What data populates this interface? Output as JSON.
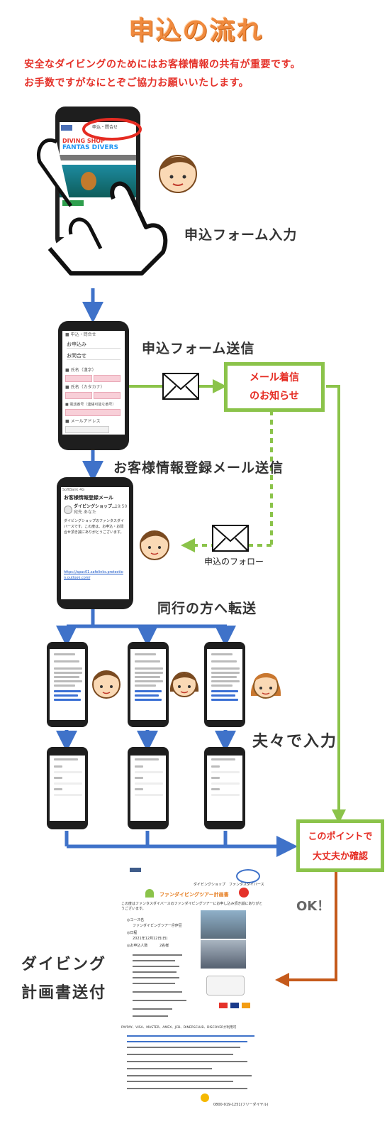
{
  "title": "申込の流れ",
  "intro": [
    "安全なダイビングのためにはお客様情報の共有が重要です。",
    "お手数ですがなにとぞご協力お願いいたします。"
  ],
  "steps": {
    "form_input": "申込フォーム入力",
    "form_submit": "申込フォーム送信",
    "customer_mail": "お客様情報登録メール送信",
    "forward": "同行の方へ転送",
    "each_input": "夫々で入力",
    "plan_send_line1": "ダイビング",
    "plan_send_line2": "計画書送付"
  },
  "boxes": {
    "mail_arrival": [
      "メール着信",
      "のお知らせ"
    ],
    "confirm": [
      "このポイントで",
      "大丈夫か確認"
    ]
  },
  "follow_label": "申込のフォロー",
  "ok_label": "OK！",
  "phone1": {
    "nav_text": "申込・問合せ",
    "logo_line1": "DIVING SHOP",
    "logo_line2": "FANTAS DIVERS"
  },
  "phone2": {
    "menu_items": [
      "お申込み",
      "お問合せ"
    ],
    "fields": [
      "■ 氏名（漢字）",
      "■ 氏名（カタカナ）",
      "■ 電話番号（連絡可能な番号）",
      "■ メールアドレス"
    ]
  },
  "phone3": {
    "status": "SoftBank 4G",
    "mail_title": "お客様情報登録メール",
    "sender": "ダイビングショップ…",
    "time": "19:50",
    "to": "宛先 あなた",
    "body": "ダイビングショップのファンタスダイバースです。この度は、お申込・お問合せ頂き誠にありがとうございます。",
    "link": "https://apac01.safelinks.protection.outlook.com/"
  },
  "plan_doc": {
    "shop_name": "ダイビングショップ　ファンタスダイバース",
    "doc_title": "ファンダイビングツアー計画書",
    "intro_text": "この度はファンタスダイバースのファンダイビングツアーにお申し込み頂き誠にありがとうございます。",
    "course_label": "◎コース名",
    "course_value": "ファンダイビングツアー＠伊豆",
    "date_label": "◎日程",
    "date_value": "2021年12月12日(日)",
    "people_label": "◎お申込人数",
    "people_value": "2名様",
    "payment_text": "PAYPAY、VISA、MASTER、AMEX、JCB、DINERSCLUB、DISCOVERが利用可",
    "contact": "0800-919-1251(フリーダイヤル)"
  },
  "colors": {
    "arrow_blue": "#3f72c9",
    "green": "#8bc34a",
    "orange_arrow": "#c55a1b",
    "red_text": "#e5322a",
    "title_orange": "#f08a3e"
  }
}
